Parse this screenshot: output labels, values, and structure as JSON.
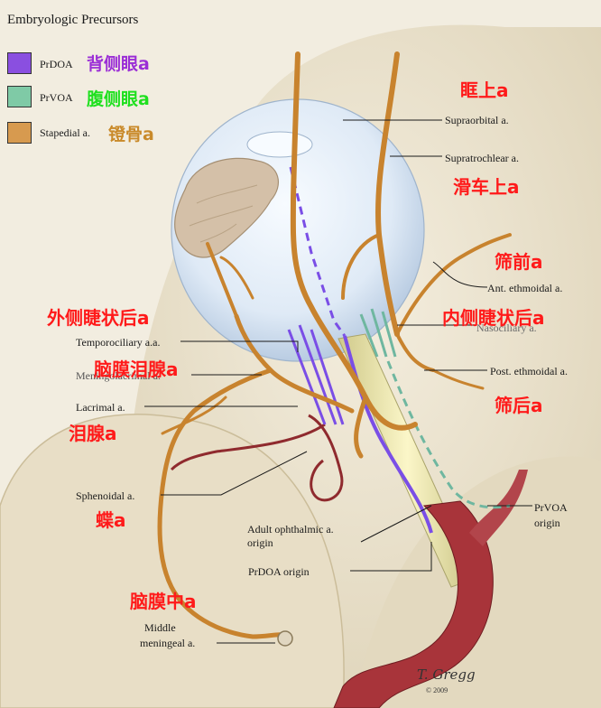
{
  "legend": {
    "title": "Embryologic Precursors",
    "items": [
      {
        "label": "PrDOA",
        "cn": "背侧眼a",
        "swatch": "#8a4fe0",
        "cn_color": "#9b2fd6"
      },
      {
        "label": "PrVOA",
        "cn": "腹侧眼a",
        "swatch": "#7fcaa6",
        "cn_color": "#1fe01f"
      },
      {
        "label": "Stapedial a.",
        "cn": "镫骨a",
        "swatch": "#d79a4f",
        "cn_color": "#c98a2a"
      }
    ]
  },
  "labels": {
    "supraorbital": "Supraorbital a.",
    "supratrochlear": "Supratrochlear a.",
    "ant_ethmoidal": "Ant. ethmoidal a.",
    "nasociliary": "Nasociliary a.",
    "post_ethmoidal": "Post. ethmoidal a.",
    "temporociliary": "Temporociliary a.a.",
    "meningolacrimal": "Meningolacrimal a.",
    "lacrimal": "Lacrimal a.",
    "sphenoidal": "Sphenoidal a.",
    "adult_ophthalmic_1": "Adult ophthalmic a.",
    "adult_ophthalmic_2": "origin",
    "prdoa_origin": "PrDOA origin",
    "prvoa_origin_1": "PrVOA",
    "prvoa_origin_2": "origin",
    "middle_meningeal_1": "Middle",
    "middle_meningeal_2": "meningeal a."
  },
  "cn_labels": {
    "supraorbital": "眶上a",
    "supratrochlear": "滑车上a",
    "ant_ethmoidal": "筛前a",
    "lat_posterior_ciliary": "外侧睫状后a",
    "med_posterior_ciliary": "内侧睫状后a",
    "meningolacrimal": "脑膜泪腺a",
    "post_ethmoidal": "筛后a",
    "lacrimal": "泪腺a",
    "sphenoidal": "蝶a",
    "middle_meningeal": "脑膜中a"
  },
  "signature": {
    "name": "T. Gregg",
    "year": "© 2009"
  },
  "colors": {
    "artery": "#c8832e",
    "artery_dark": "#8a5a1c",
    "prdoa": "#7a4ee6",
    "prvoa": "#6fb7a0",
    "red_vessel": "#9e2b30",
    "nerve": "#f2ecb2",
    "label_red": "#ff1a1a"
  }
}
